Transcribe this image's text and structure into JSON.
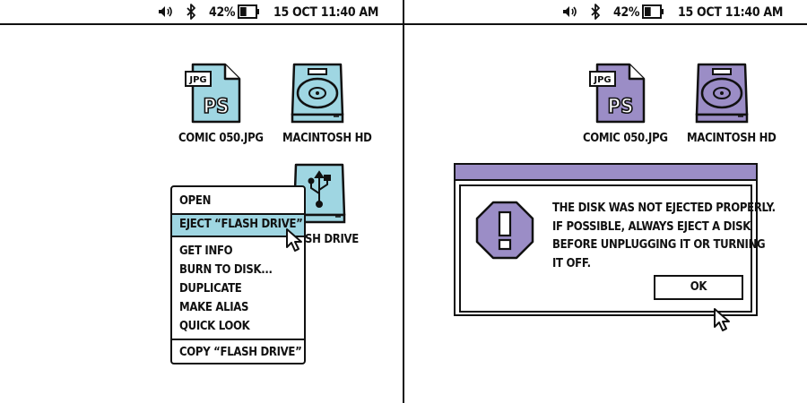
{
  "status": {
    "battery_percent": "42%",
    "battery_level": 0.42,
    "datetime": "15 OCT 11:40 AM",
    "volume_icon": "speaker-icon",
    "bluetooth_icon": "bluetooth-icon"
  },
  "colors": {
    "left_accent": "#9fd6e2",
    "right_accent": "#9b8dc6",
    "outline": "#111111"
  },
  "left_panel": {
    "icons": [
      {
        "label": "COMIC 050.JPG",
        "badge": "JPG",
        "glyph": "PS"
      },
      {
        "label": "MACINTOSH HD"
      },
      {
        "label": "SH DRIVE"
      }
    ],
    "context_menu": {
      "items": [
        "OPEN",
        "EJECT “FLASH DRIVE”",
        "GET INFO",
        "BURN TO DISK...",
        "DUPLICATE",
        "MAKE ALIAS",
        "QUICK LOOK",
        "COPY “FLASH DRIVE”"
      ],
      "highlighted_index": 1
    }
  },
  "right_panel": {
    "icons": [
      {
        "label": "COMIC 050.JPG",
        "badge": "JPG",
        "glyph": "PS"
      },
      {
        "label": "MACINTOSH HD"
      }
    ],
    "dialog": {
      "message_lines": [
        "THE DISK WAS NOT EJECTED PROPERLY.",
        "IF POSSIBLE, ALWAYS EJECT A DISK",
        "BEFORE UNPLUGGING IT OR TURNING",
        "IT OFF."
      ],
      "ok_label": "OK",
      "warning_icon": "stop-exclamation-icon"
    }
  }
}
